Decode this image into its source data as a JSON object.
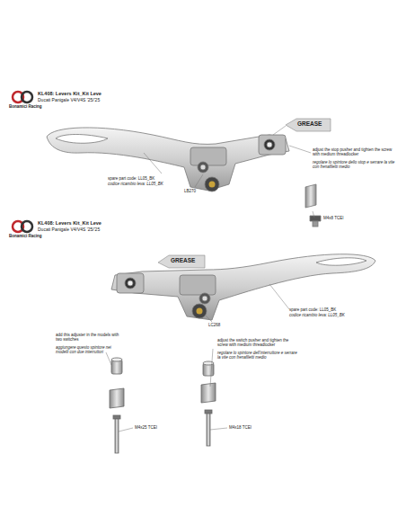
{
  "diagram": {
    "labels": [
      "Bonamici Racing",
      "KL408: Levers Kit_Kit Leve",
      "Ducati Panigale V4/V4S '25/'25",
      "GREASE",
      "spare part code: LL05_BK",
      "codice ricambio leva: LL05_BK",
      "LB270",
      "adjust the stop pusher and tighten the screw with medium threadlocker",
      "regolare lo spintore dello stop e serrare la vite con frenafiletti medio",
      "M4x8 TCEI",
      "Bonamici Racing",
      "KL408: Levers Kit_Kit Leve",
      "Ducati Panigale V4/V4S '25/'25",
      "GREASE",
      "LC268",
      "spare part code: LL05_BK",
      "codice ricambio leva: LL05_BK",
      "add this adjuster in the models with two switches",
      "aggiungere questo spintore nei modelli con due interruttori",
      "adjust the switch pusher and tighten the screw with medium threadlocker",
      "regolare lo spintore dell'interruttore e serrare la vite con frenafiletti medio",
      "M4x25 TCEI",
      "M4x18 TCEI"
    ]
  }
}
